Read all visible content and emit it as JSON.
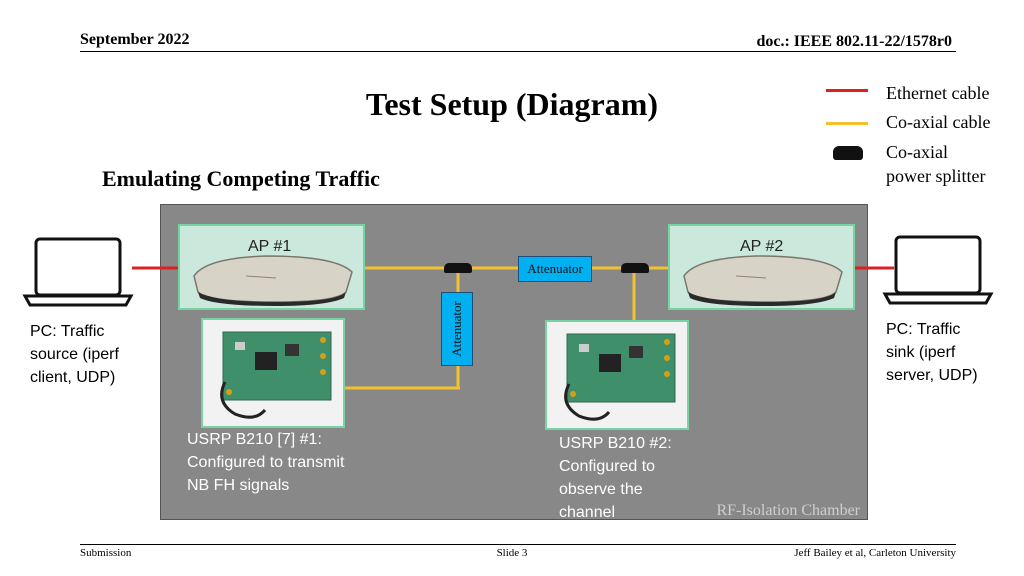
{
  "header": {
    "date": "September 2022",
    "doc": "doc.: IEEE 802.11-22/1578r0"
  },
  "title": "Test Setup (Diagram)",
  "subtitle": "Emulating Competing Traffic",
  "legend": [
    {
      "label": "Ethernet cable",
      "color": "#e02020"
    },
    {
      "label": "Co-axial cable",
      "color": "#f2c12e"
    },
    {
      "label_lines": [
        "Co-axial",
        "power splitter"
      ],
      "color": "#111111"
    }
  ],
  "colors": {
    "ethernet": "#e02020",
    "coax": "#f2c12e",
    "chamber": "#888888",
    "attenuator": "#00b0f0",
    "box_border": "#77d3a2"
  },
  "pc_source": {
    "lines": [
      "PC: Traffic",
      "source (iperf",
      "client, UDP)"
    ],
    "icon": "laptop-icon"
  },
  "pc_sink": {
    "lines": [
      "PC: Traffic",
      "sink (iperf",
      "server, UDP)"
    ],
    "icon": "laptop-icon"
  },
  "ap1": {
    "label": "AP #1"
  },
  "ap2": {
    "label": "AP #2"
  },
  "attenuator_h": "Attenuator",
  "attenuator_v": "Attenuator",
  "usrp1": {
    "lines": [
      "USRP B210 [7] #1:",
      "Configured to transmit",
      "NB FH signals"
    ]
  },
  "usrp2": {
    "lines": [
      "USRP B210 #2:",
      "Configured to",
      "observe the",
      "channel"
    ]
  },
  "chamber_label": "RF-Isolation Chamber",
  "footer": {
    "left": "Submission",
    "center": "Slide 3",
    "right": "Jeff Bailey et al, Carleton University"
  }
}
